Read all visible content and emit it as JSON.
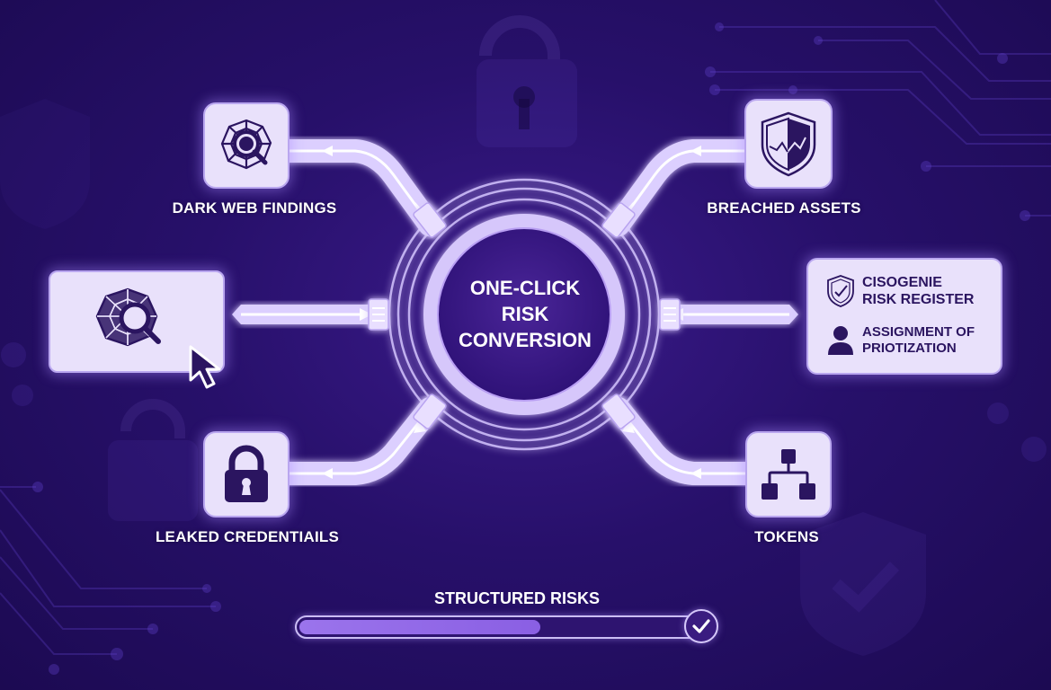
{
  "hub": {
    "line1": "ONE-CLICK",
    "line2": "RISK",
    "line3": "CONVERSION"
  },
  "nodes": {
    "dark_web": {
      "label": "DARK WEB FINDINGS",
      "icon": "spiderweb-search-icon"
    },
    "breached": {
      "label": "BREACHED ASSETS",
      "icon": "split-shield-pulse-icon"
    },
    "leaked": {
      "label": "LEAKED CREDENTIAILS",
      "icon": "padlock-icon"
    },
    "tokens": {
      "label": "TOKENS",
      "icon": "hierarchy-icon"
    },
    "input_card": {
      "icon": "spiderweb-search-icon",
      "cursor": "mouse-cursor-icon"
    }
  },
  "register_card": {
    "title_line1": "CISOGENIE",
    "title_line2": "RISK REGISTER",
    "title_icon": "shield-check-icon",
    "assign_line1": "ASSIGNMENT OF",
    "assign_line2": "PRIOTIZATION",
    "assign_icon": "user-icon"
  },
  "progress": {
    "title": "STRUCTURED RISKS",
    "percent": 60,
    "status_icon": "checkmark-icon"
  },
  "colors": {
    "background": "#27106a",
    "tile": "#e9e1fb",
    "icon": "#2b1560",
    "pipe": "#e4d9ff",
    "accent": "#8a5fe3"
  }
}
